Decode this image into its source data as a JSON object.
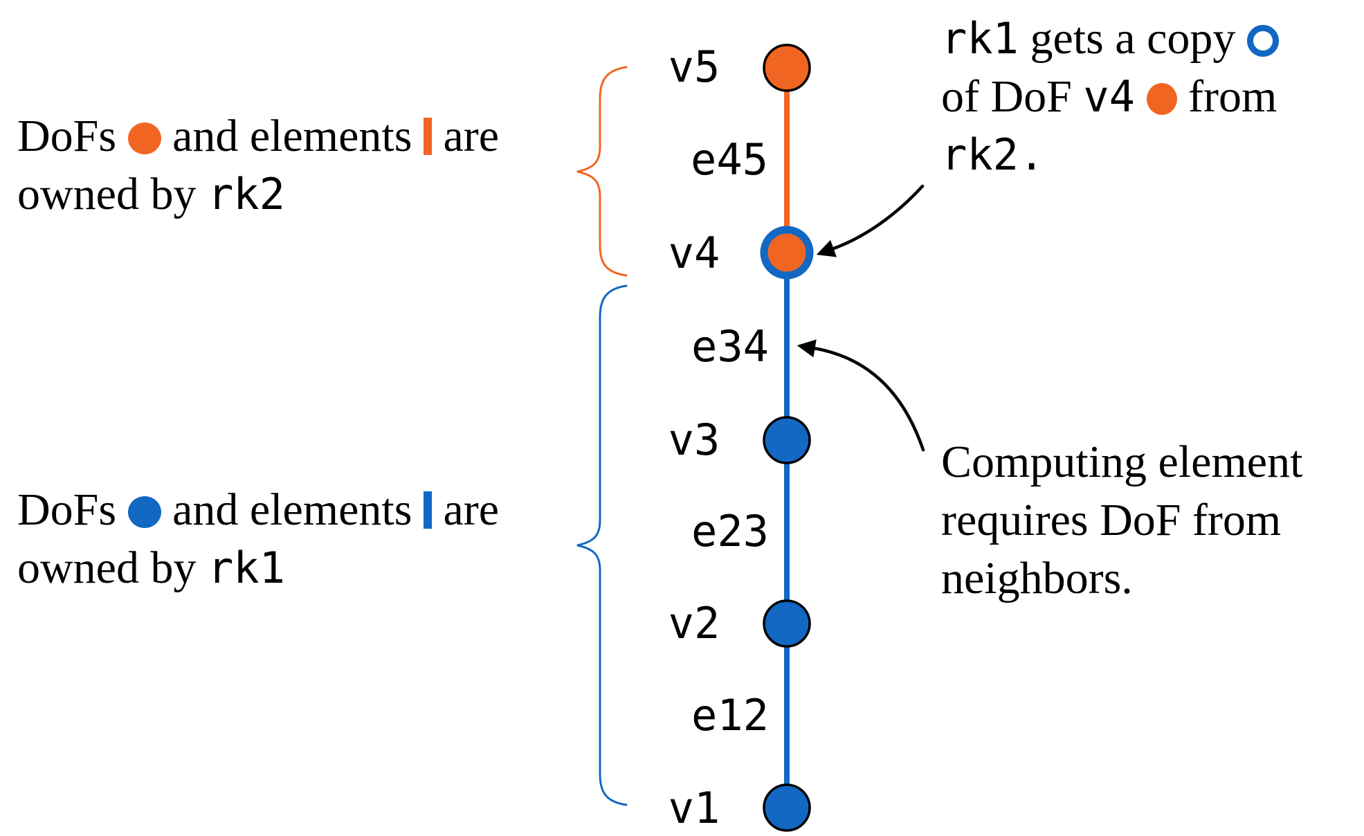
{
  "colors": {
    "orange": "#F16522",
    "blue": "#1268C3",
    "ink": "#000000",
    "bg": "#FFFFFF"
  },
  "legend_rk2": {
    "dofs": "DoFs ",
    "and_elements": " and elements ",
    "are": " are",
    "owned_by": "owned by ",
    "rank": "rk2",
    "dot_icon": "orange-dof-circle",
    "bar_icon": "orange-element-bar"
  },
  "legend_rk1": {
    "dofs": "DoFs ",
    "and_elements": " and elements ",
    "are": " are",
    "owned_by": "owned by ",
    "rank": "rk1",
    "dot_icon": "blue-dof-circle",
    "bar_icon": "blue-element-bar"
  },
  "note_copy": {
    "rank1": "rk1",
    "gets_a_copy": " gets a copy ",
    "of_dof": "of DoF ",
    "v4": "v4",
    "from": " from",
    "rank2": "rk2.",
    "ring_icon": "blue-open-circle-copy",
    "dot_icon": "orange-dof-circle"
  },
  "note_compute": {
    "line1": "Computing element",
    "line2": "requires DoF from",
    "line3": "neighbors."
  },
  "mesh": {
    "vertex_labels": [
      "v5",
      "v4",
      "v3",
      "v2",
      "v1"
    ],
    "element_labels": [
      "e45",
      "e34",
      "e23",
      "e12"
    ]
  }
}
